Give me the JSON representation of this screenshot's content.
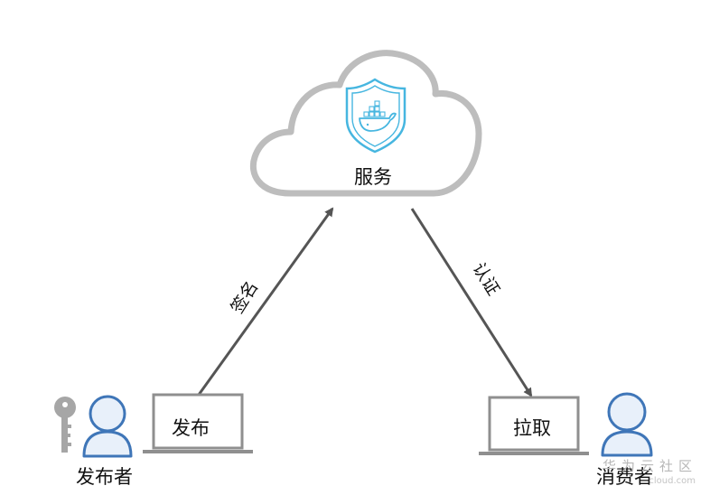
{
  "diagram": {
    "service_label": "服务",
    "sign_label": "签名",
    "auth_label": "认证",
    "publish_label": "发布",
    "pull_label": "拉取",
    "publisher_label": "发布者",
    "consumer_label": "消费者"
  },
  "watermark": {
    "text": "华为云社区",
    "sub": "cloud.com"
  },
  "colors": {
    "cloud_outline": "#bdbdbd",
    "shield_blue": "#46b6e0",
    "person_blue": "#3f76b8",
    "person_fill": "#e8f0fa",
    "arrow": "#555555",
    "laptop": "#8f8f8f",
    "key": "#a6a6a6"
  },
  "icons": [
    "cloud-icon",
    "docker-shield-icon",
    "key-icon",
    "person-icon",
    "laptop-icon"
  ]
}
